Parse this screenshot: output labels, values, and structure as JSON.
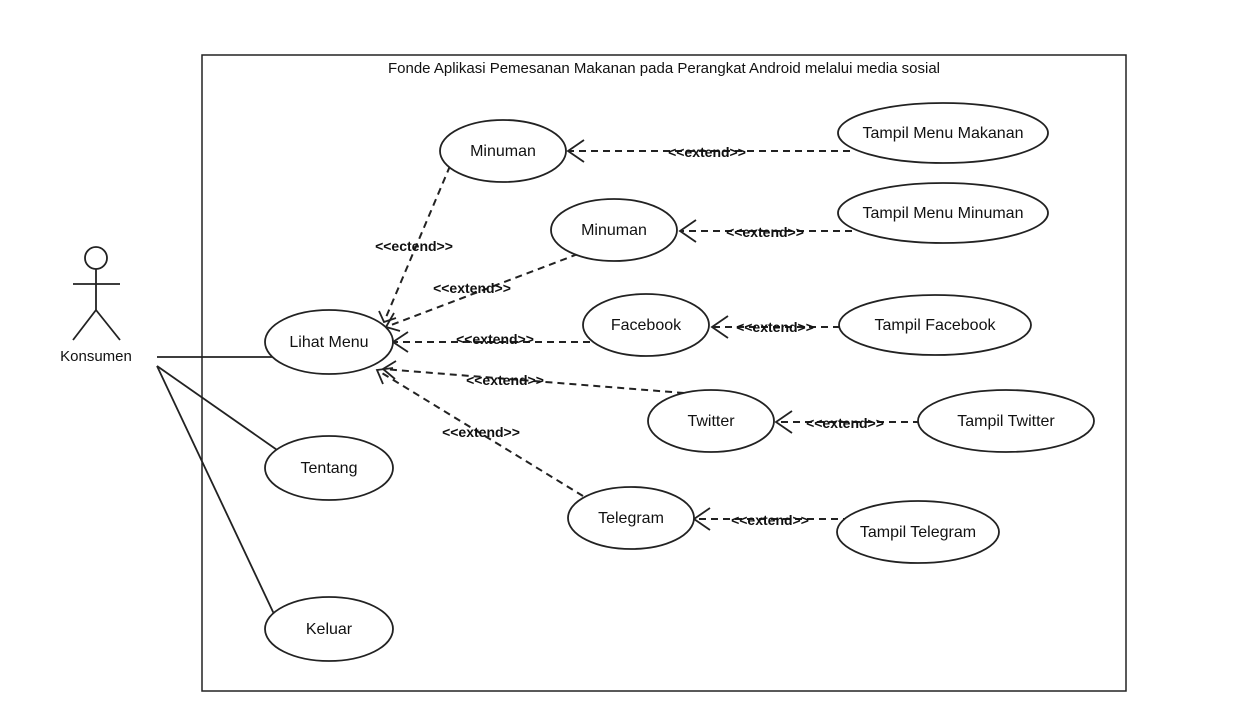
{
  "system": {
    "title": "Fonde Aplikasi Pemesanan Makanan pada Perangkat Android melalui media sosial"
  },
  "actor": {
    "name": "Konsumen"
  },
  "use_cases": {
    "lihat_menu": "Lihat Menu",
    "tentang": "Tentang",
    "keluar": "Keluar",
    "minuman_top": "Minuman",
    "minuman_mid": "Minuman",
    "facebook": "Facebook",
    "twitter": "Twitter",
    "telegram": "Telegram",
    "tampil_menu_makanan": "Tampil Menu Makanan",
    "tampil_menu_minuman": "Tampil Menu Minuman",
    "tampil_facebook": "Tampil Facebook",
    "tampil_twitter": "Tampil Twitter",
    "tampil_telegram": "Tampil Telegram"
  },
  "relations": {
    "minuman_top_to_lihat": "<<ectend>>",
    "minuman_mid_to_lihat": "<<extend>>",
    "facebook_to_lihat": "<<extend>>",
    "twitter_to_lihat": "<<extend>>",
    "telegram_to_lihat": "<<extend>>",
    "makanan_to_minuman_top": "<<extend>>",
    "tampil_minuman_to_minuman_mid": "<<extend>>",
    "tampil_facebook_to_facebook": "<<extend>>",
    "tampil_twitter_to_twitter": "<<extend>>",
    "tampil_telegram_to_telegram": "<<extend>>"
  }
}
